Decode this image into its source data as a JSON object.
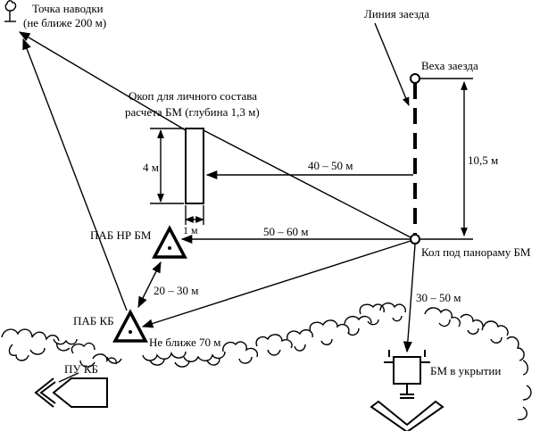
{
  "labels": {
    "aim_point_line1": "Точка наводки",
    "aim_point_line2": "(не ближе 200 м)",
    "entry_line": "Линия заезда",
    "entry_stake": "Веха заезда",
    "trench_line1": "Окоп для личного состава",
    "trench_line2": "расчета БМ (глубина 1,3 м)",
    "dim_4m": "4 м",
    "dim_1m": "1 м",
    "dim_10_5m": "10,5 м",
    "dist_40_50": "40 – 50 м",
    "dist_50_60": "50 – 60 м",
    "dist_20_30": "20 – 30 м",
    "dist_30_50": "30 – 50 м",
    "not_closer_70": "Не ближе 70 м",
    "paf_nr_bm": "ПАБ  НР  БМ",
    "paf_kb": "ПАБ  КБ",
    "panorama_stake": "Кол под  панораму БМ",
    "bm_shelter": "БМ в укрытии",
    "pu_kb": "ПУ КБ"
  }
}
